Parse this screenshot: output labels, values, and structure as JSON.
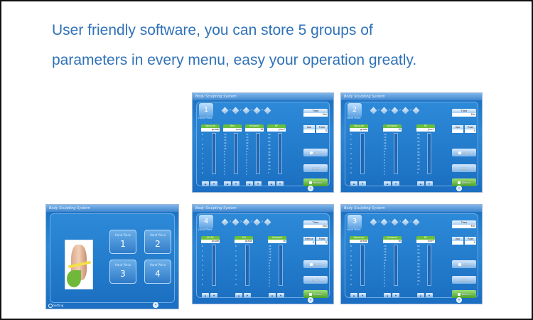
{
  "caption": {
    "line1": "User friendly software, you can store 5 groups of",
    "line2": "parameters in every menu, easy your operation greatly."
  },
  "app_title": "Body Sculpting System",
  "common": {
    "hand_piece": "Hand Piece",
    "time_label": "Time",
    "time_unit": "Min",
    "save": "Save",
    "ready": "Ready",
    "return": "Return",
    "up": "▲",
    "down": "▼"
  },
  "menu": {
    "handpiece_label": "Hand Piece",
    "buttons": [
      "1",
      "2",
      "3",
      "4"
    ],
    "footer": "Setting"
  },
  "panels": [
    {
      "number": "1",
      "channels": [
        {
          "name": "Vacuum",
          "unit": "grade",
          "scale": [
            "8",
            "7",
            "6",
            "5",
            "4",
            "3",
            "2",
            "1",
            "0"
          ]
        },
        {
          "name": "Rev",
          "unit": "rpm",
          "scale": [
            "15",
            "14",
            "13",
            "12",
            "11",
            "10",
            "9",
            "8",
            "7",
            "6",
            "5",
            "4",
            "3",
            "2",
            "1"
          ]
        },
        {
          "name": "Infrared",
          "unit": "W",
          "scale": [
            "15",
            "14",
            "13",
            "12",
            "11",
            "10",
            "9",
            "8",
            "7",
            "6",
            "5",
            "4",
            "3",
            "2",
            "1"
          ]
        },
        {
          "name": "RF",
          "unit": "J/cm²",
          "scale": [
            "60",
            "55",
            "50",
            "45",
            "40",
            "35",
            "30",
            "25",
            "20",
            "15",
            "10",
            "5"
          ]
        }
      ],
      "pair": [
        {
          "label": "Xpo",
          "value": ""
        },
        {
          "label": "Pulse",
          "value": "5"
        }
      ]
    },
    {
      "number": "2",
      "channels": [
        {
          "name": "Vacuum",
          "unit": "grade",
          "scale": [
            "8",
            "7",
            "6",
            "5",
            "4",
            "3",
            "2",
            "1",
            "0"
          ]
        },
        {
          "name": "Infrared",
          "unit": "W",
          "scale": [
            "15",
            "14",
            "13",
            "12",
            "11",
            "10",
            "9",
            "8",
            "7",
            "6",
            "5",
            "4",
            "3",
            "2",
            "1"
          ]
        },
        {
          "name": "RF",
          "unit": "J/cm²",
          "scale": [
            "60",
            "55",
            "50",
            "45",
            "40",
            "35",
            "30",
            "25",
            "20",
            "15",
            "10",
            "5"
          ]
        }
      ],
      "pair": [
        {
          "label": "Xpo",
          "value": ""
        },
        {
          "label": "Pulse",
          "value": "5"
        }
      ]
    },
    {
      "number": "4",
      "channels": [
        {
          "name": "40.5k",
          "unit": "grade",
          "scale": [
            "8",
            "7",
            "6",
            "5",
            "4",
            "3",
            "2",
            "1",
            "0"
          ]
        },
        {
          "name": "2M",
          "unit": "grade",
          "scale": [
            "8",
            "7",
            "6",
            "5",
            "4",
            "3",
            "2",
            "1",
            "0"
          ]
        },
        {
          "name": "Infrared",
          "unit": "W",
          "scale": [
            "15",
            "14",
            "13",
            "12",
            "11",
            "10",
            "9",
            "8",
            "7",
            "6",
            "5",
            "4",
            "3",
            "2",
            "1"
          ]
        }
      ],
      "pair": [
        {
          "label": "Interval",
          "value": "5"
        },
        {
          "label": "Pulse",
          "value": "5"
        }
      ]
    },
    {
      "number": "3",
      "channels": [
        {
          "name": "Vacuum",
          "unit": "grade",
          "scale": [
            "8",
            "7",
            "6",
            "5",
            "4",
            "3",
            "2",
            "1",
            "0"
          ]
        },
        {
          "name": "Infrared",
          "unit": "W",
          "scale": [
            "15",
            "14",
            "13",
            "12",
            "11",
            "10",
            "9",
            "8",
            "7",
            "6",
            "5",
            "4",
            "3",
            "2",
            "1"
          ]
        },
        {
          "name": "RF",
          "unit": "J/cm²",
          "scale": [
            "60",
            "55",
            "50",
            "45",
            "40",
            "35",
            "30",
            "25",
            "20",
            "15",
            "10",
            "5"
          ]
        }
      ],
      "pair": [
        {
          "label": "Xpo",
          "value": ""
        },
        {
          "label": "Pulse",
          "value": "5"
        }
      ]
    }
  ]
}
